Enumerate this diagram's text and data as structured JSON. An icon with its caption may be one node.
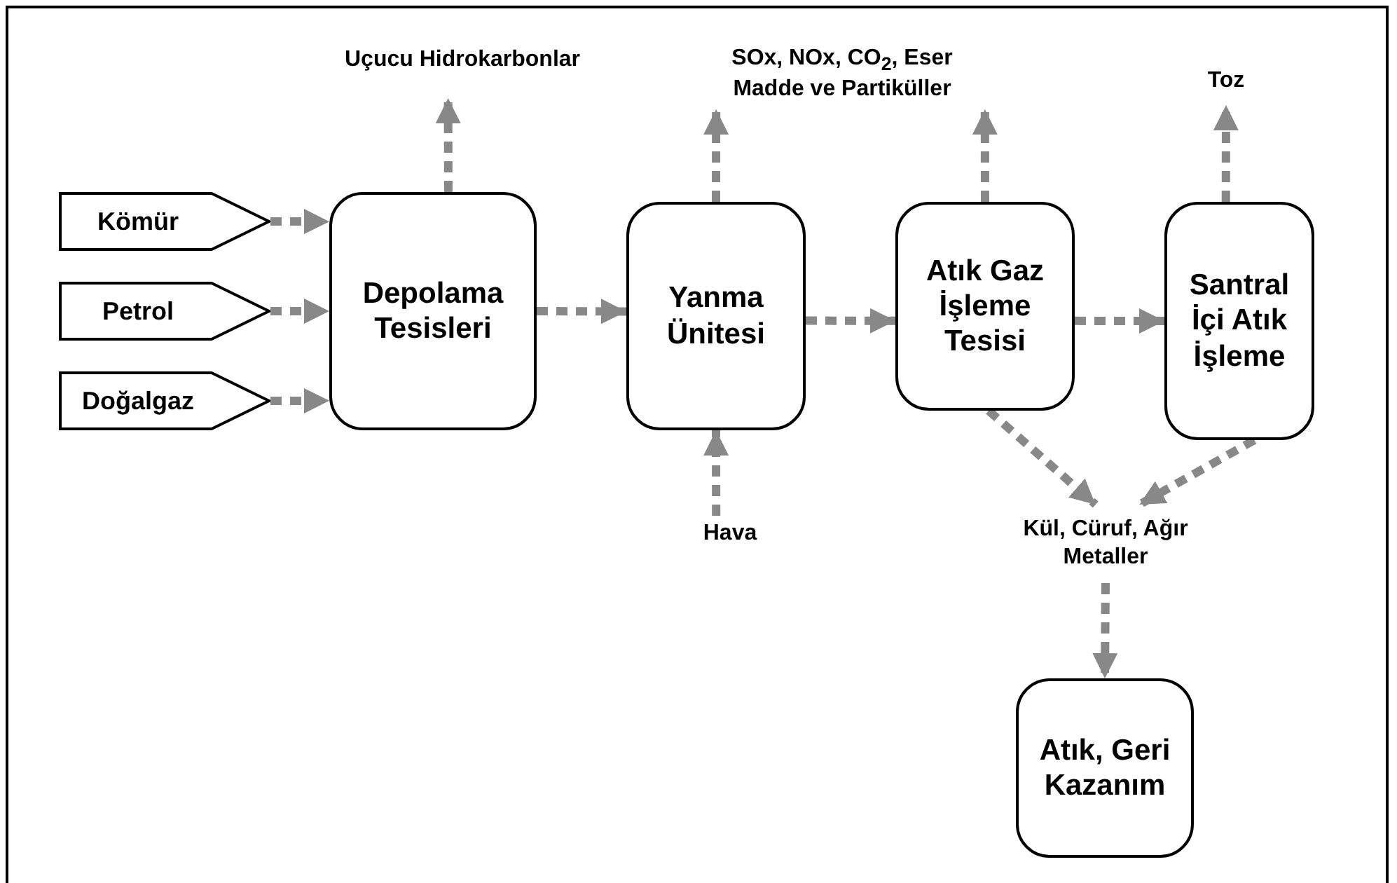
{
  "diagram": {
    "nodes": [
      {
        "text": [
          "Kömür"
        ]
      },
      {
        "text": [
          "Petrol"
        ]
      },
      {
        "text": [
          "Doğalgaz"
        ]
      },
      {
        "text": [
          "Depolama Tesisleri"
        ]
      },
      {
        "text": [
          "Yanma Ünitesi"
        ]
      },
      {
        "text": [
          "Atık Gaz İşleme Tesisi"
        ]
      },
      {
        "text": [
          "Santral İçi Atık İşleme"
        ]
      },
      {
        "text": [
          "Atık, Geri Kazanım"
        ]
      },
      {
        "text": [
          "Uçucu Hidrokarbonlar"
        ]
      },
      {
        "text": [
          "SOx, NOx, CO$_{2}$, Eser Madde ve Partiküller"
        ]
      },
      {
        "text": [
          "Toz"
        ]
      },
      {
        "text": [
          "Hava"
        ]
      },
      {
        "text": [
          "Kül, Cüruf, Ağır Metaller"
        ]
      }
    ],
    "edges": [
      {
        "from": 0,
        "to": 3,
        "arrow": "to",
        "style": "dashed"
      },
      {
        "from": 1,
        "to": 3,
        "arrow": "to",
        "style": "dashed"
      },
      {
        "from": 2,
        "to": 3,
        "arrow": "to",
        "style": "dashed"
      },
      {
        "from": 3,
        "to": 8,
        "arrow": "to",
        "style": "dashed"
      },
      {
        "from": 3,
        "to": 4,
        "arrow": "to",
        "style": "dashed"
      },
      {
        "from": 4,
        "to": 9,
        "arrow": "to",
        "style": "dashed"
      },
      {
        "from": 11,
        "to": 4,
        "arrow": "to",
        "style": "dashed"
      },
      {
        "from": 4,
        "to": 5,
        "arrow": "to",
        "style": "dashed"
      },
      {
        "from": 5,
        "to": 9,
        "arrow": "to",
        "style": "dashed"
      },
      {
        "from": 5,
        "to": 6,
        "arrow": "to",
        "style": "dashed"
      },
      {
        "from": 6,
        "to": 10,
        "arrow": "to",
        "style": "dashed"
      },
      {
        "from": 5,
        "to": 12,
        "arrow": "to",
        "style": "dashed"
      },
      {
        "from": 6,
        "to": 12,
        "arrow": "to",
        "style": "dashed"
      },
      {
        "from": 12,
        "to": 7,
        "arrow": "to",
        "style": "dashed"
      }
    ]
  }
}
